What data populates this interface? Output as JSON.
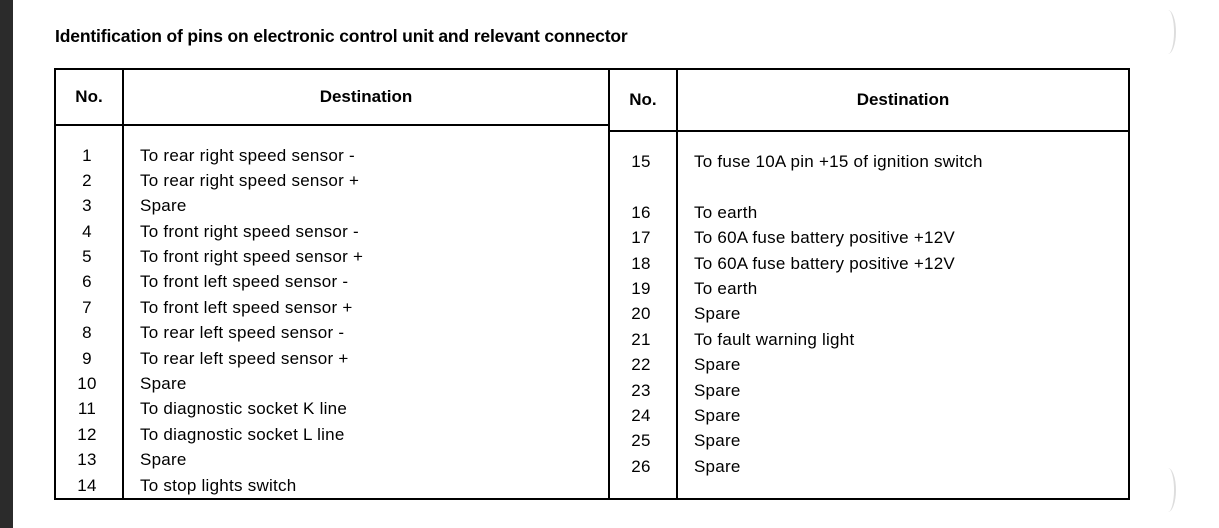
{
  "document": {
    "title": "Identification of pins on electronic control unit and relevant connector"
  },
  "table": {
    "headers": {
      "no": "No.",
      "destination": "Destination"
    },
    "left_column": [
      {
        "no": "1",
        "destination": "To rear right speed sensor -"
      },
      {
        "no": "2",
        "destination": "To rear right speed sensor +"
      },
      {
        "no": "3",
        "destination": "Spare"
      },
      {
        "no": "4",
        "destination": "To front right speed sensor -"
      },
      {
        "no": "5",
        "destination": "To front right speed sensor +"
      },
      {
        "no": "6",
        "destination": "To front left speed sensor -"
      },
      {
        "no": "7",
        "destination": "To front left speed sensor +"
      },
      {
        "no": "8",
        "destination": "To rear left speed sensor -"
      },
      {
        "no": "9",
        "destination": "To rear left speed sensor +"
      },
      {
        "no": "10",
        "destination": "Spare"
      },
      {
        "no": "11",
        "destination": "To diagnostic socket K line"
      },
      {
        "no": "12",
        "destination": "To diagnostic socket L line"
      },
      {
        "no": "13",
        "destination": "Spare"
      },
      {
        "no": "14",
        "destination": "To stop lights switch"
      }
    ],
    "right_column": [
      {
        "no": "15",
        "destination": "To fuse 10A pin +15 of ignition switch"
      },
      {
        "no": "",
        "destination": "",
        "blank": true
      },
      {
        "no": "16",
        "destination": "To earth"
      },
      {
        "no": "17",
        "destination": "To 60A fuse battery positive +12V"
      },
      {
        "no": "18",
        "destination": "To 60A fuse battery positive +12V"
      },
      {
        "no": "19",
        "destination": "To earth"
      },
      {
        "no": "20",
        "destination": "Spare"
      },
      {
        "no": "21",
        "destination": "To fault warning light"
      },
      {
        "no": "22",
        "destination": "Spare"
      },
      {
        "no": "23",
        "destination": "Spare"
      },
      {
        "no": "24",
        "destination": "Spare"
      },
      {
        "no": "25",
        "destination": "Spare"
      },
      {
        "no": "26",
        "destination": "Spare"
      }
    ]
  },
  "artifacts": {
    "edge_color": "#2b2b2b",
    "mark_color": "#d8d8d8"
  }
}
